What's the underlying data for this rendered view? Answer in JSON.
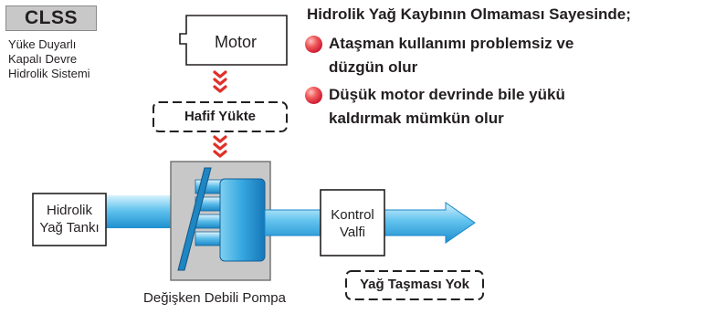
{
  "badge": "CLSS",
  "system_description": [
    "Yüke Duyarlı",
    "Kapalı Devre",
    "Hidrolik Sistemi"
  ],
  "motor_label": "Motor",
  "light_load_label": "Hafif Yükte",
  "tank_label": [
    "Hidrolik",
    "Yağ Tankı"
  ],
  "valve_label": [
    "Kontrol",
    "Valfi"
  ],
  "pump_label": "Değişken Debili Pompa",
  "no_overflow_label": "Yağ Taşması Yok",
  "benefits": {
    "title": "Hidrolik Yağ Kaybının Olmaması Sayesinde;",
    "items": [
      [
        "Ataşman kullanımı problemsiz ve",
        "düzgün olur"
      ],
      [
        "Düşük motor devrinde bile yükü",
        "kaldırmak mümkün olur"
      ]
    ]
  },
  "colors": {
    "flow_light": "#cfeefc",
    "flow_mid": "#6cc8ef",
    "flow_dark": "#1e90cf",
    "chevron": "#e0302a",
    "bullet": "#d81e2e",
    "pump_housing": "#c8c8c8"
  }
}
